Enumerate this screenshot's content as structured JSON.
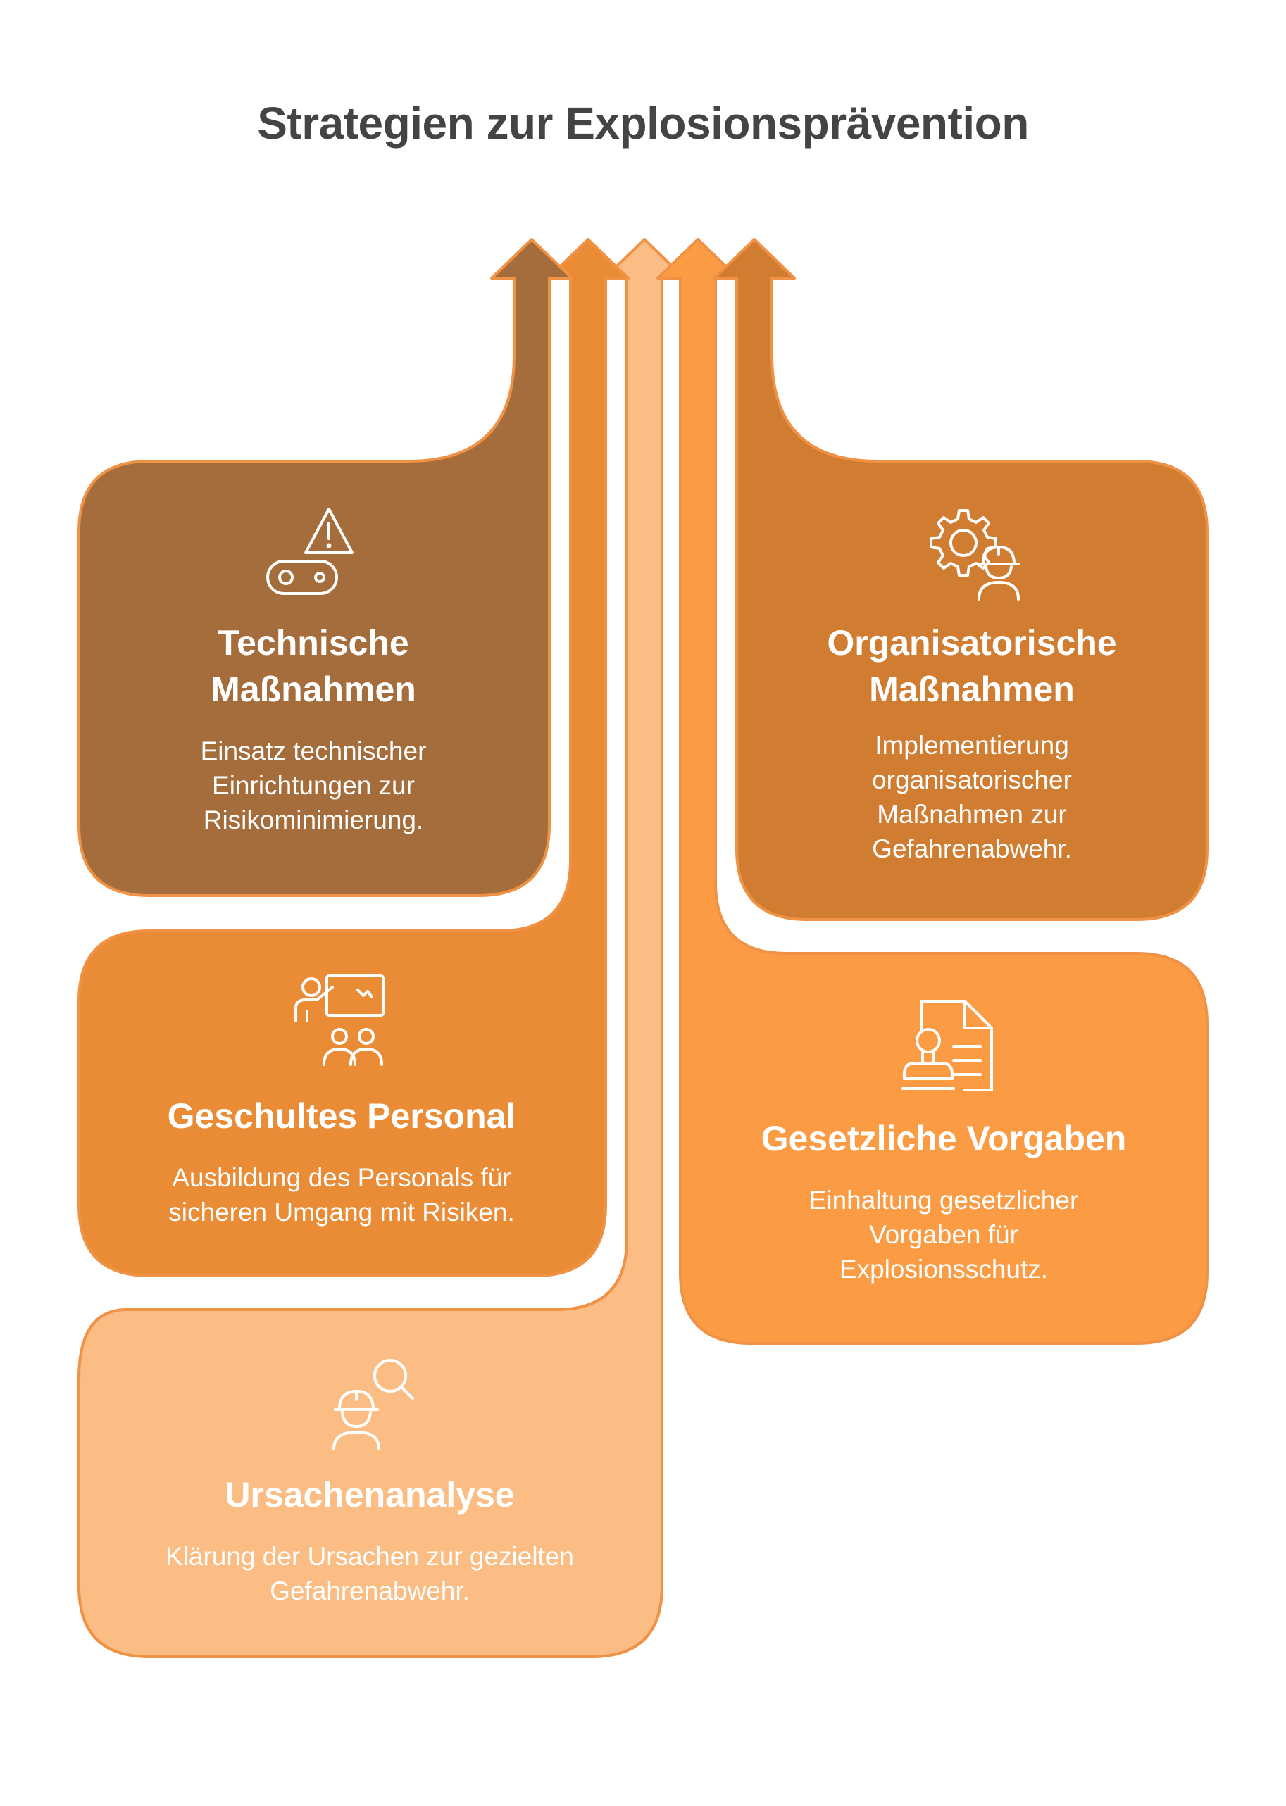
{
  "title": "Strategien zur Explosionsprävention",
  "colors": {
    "technical": "#a56d3b",
    "personnel": "#ea8b35",
    "analysis": "#fbbd84",
    "legal": "#fb9c44",
    "organisational": "#d07c31",
    "outline": "#f09245",
    "text": "#ffffff",
    "title": "#444444"
  },
  "items": [
    {
      "id": "technical",
      "title_line1": "Technische",
      "title_line2": "Maßnahmen",
      "desc_line1": "Einsatz technischer",
      "desc_line2": "Einrichtungen zur",
      "desc_line3": "Risikominimierung.",
      "icon": "warning-conveyor-icon"
    },
    {
      "id": "personnel",
      "title_line1": "Geschultes Personal",
      "desc_line1": "Ausbildung des Personals für",
      "desc_line2": "sicheren Umgang mit Risiken.",
      "icon": "training-presentation-icon"
    },
    {
      "id": "analysis",
      "title_line1": "Ursachenanalyse",
      "desc_line1": "Klärung der Ursachen zur gezielten",
      "desc_line2": "Gefahrenabwehr.",
      "icon": "worker-search-icon"
    },
    {
      "id": "organisational",
      "title_line1": "Organisatorische",
      "title_line2": "Maßnahmen",
      "desc_line1": "Implementierung",
      "desc_line2": "organisatorischer",
      "desc_line3": "Maßnahmen zur",
      "desc_line4": "Gefahrenabwehr.",
      "icon": "gear-worker-icon"
    },
    {
      "id": "legal",
      "title_line1": "Gesetzliche Vorgaben",
      "desc_line1": "Einhaltung gesetzlicher",
      "desc_line2": "Vorgaben für",
      "desc_line3": "Explosionsschutz.",
      "icon": "legal-document-stamp-icon"
    }
  ]
}
